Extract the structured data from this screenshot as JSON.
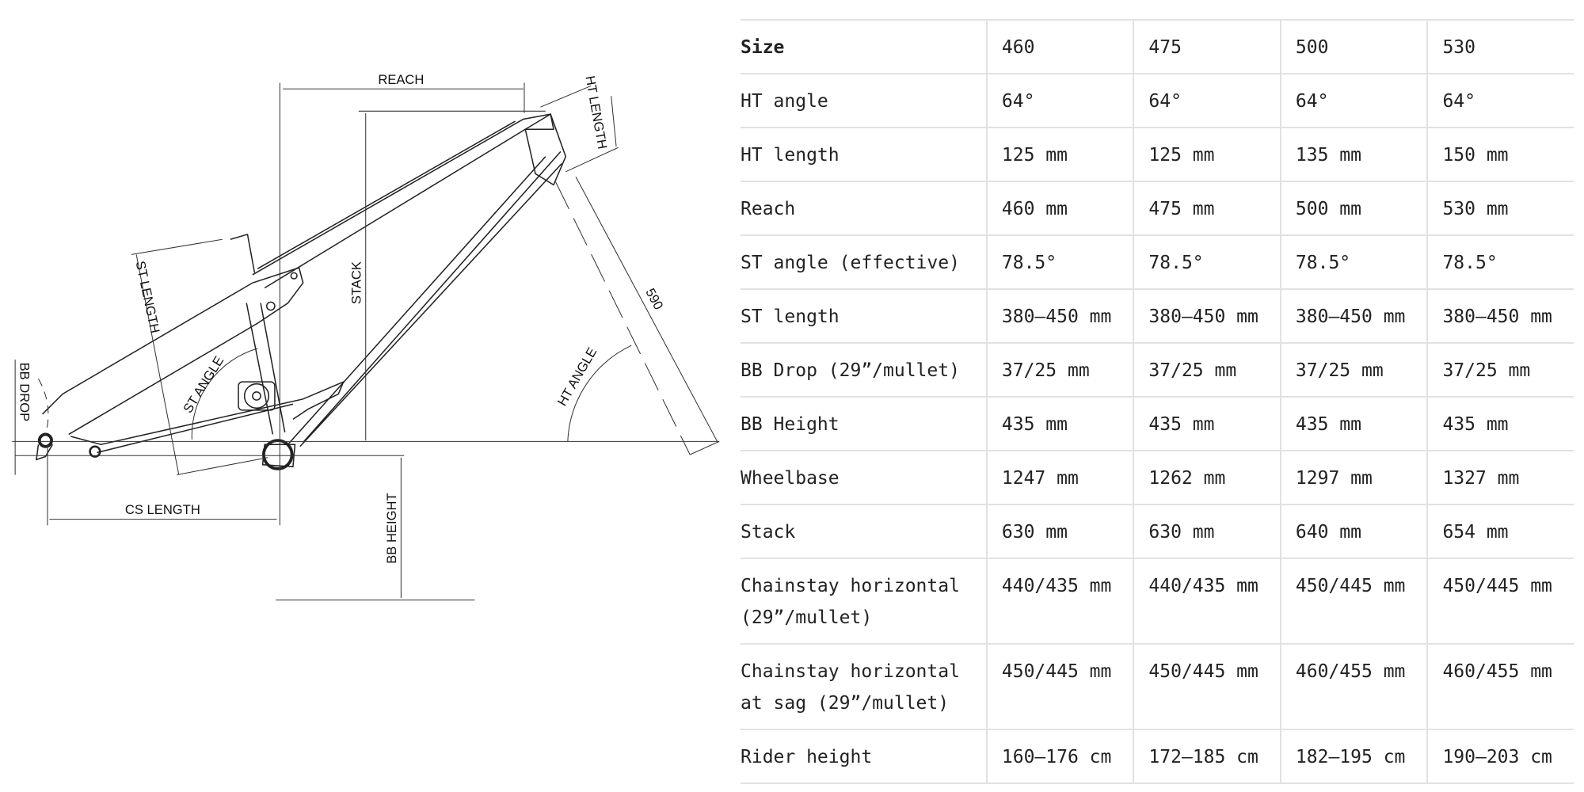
{
  "diagram_labels": {
    "reach": "REACH",
    "stack": "STACK",
    "ht_length": "HT LENGTH",
    "st_length": "ST LENGTH",
    "st_angle": "ST ANGLE",
    "ht_angle": "HT ANGLE",
    "bb_drop": "BB DROP",
    "cs_length": "CS LENGTH",
    "bb_height": "BB HEIGHT",
    "fork_length": "590"
  },
  "table": {
    "rows": [
      {
        "label": "Size",
        "values": [
          "460",
          "475",
          "500",
          "530"
        ]
      },
      {
        "label": "HT angle",
        "values": [
          "64°",
          "64°",
          "64°",
          "64°"
        ]
      },
      {
        "label": "HT length",
        "values": [
          "125 mm",
          "125 mm",
          "135 mm",
          "150 mm"
        ]
      },
      {
        "label": "Reach",
        "values": [
          "460 mm",
          "475 mm",
          "500 mm",
          "530 mm"
        ]
      },
      {
        "label": "ST angle (effective)",
        "values": [
          "78.5°",
          "78.5°",
          "78.5°",
          "78.5°"
        ]
      },
      {
        "label": "ST length",
        "values": [
          "380–450 mm",
          "380–450 mm",
          "380–450 mm",
          "380–450 mm"
        ]
      },
      {
        "label": "BB Drop (29”/mullet)",
        "values": [
          "37/25 mm",
          "37/25 mm",
          "37/25 mm",
          "37/25 mm"
        ]
      },
      {
        "label": "BB Height",
        "values": [
          "435 mm",
          "435 mm",
          "435 mm",
          "435 mm"
        ]
      },
      {
        "label": "Wheelbase",
        "values": [
          "1247 mm",
          "1262 mm",
          "1297 mm",
          "1327 mm"
        ]
      },
      {
        "label": "Stack",
        "values": [
          "630 mm",
          "630 mm",
          "640 mm",
          "654 mm"
        ]
      },
      {
        "label": "Chainstay horizontal (29”/mullet)",
        "values": [
          "440/435 mm",
          "440/435 mm",
          "450/445 mm",
          "450/445 mm"
        ]
      },
      {
        "label": "Chainstay horizontal at sag (29”/mullet)",
        "values": [
          "450/445 mm",
          "450/445 mm",
          "460/455 mm",
          "460/455 mm"
        ]
      },
      {
        "label": "Rider height",
        "values": [
          "160–176 cm",
          "172–185 cm",
          "182–195 cm",
          "190–203 cm"
        ]
      }
    ]
  }
}
